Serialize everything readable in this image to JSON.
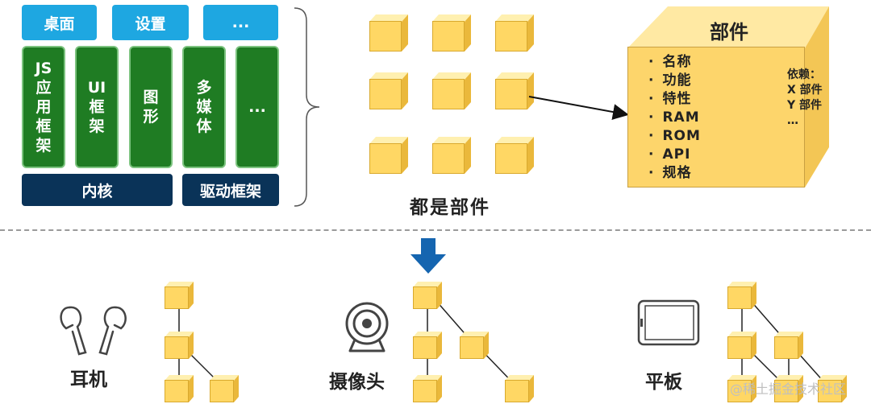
{
  "stack": {
    "top_tiles": [
      "桌面",
      "设置",
      "..."
    ],
    "columns": [
      "JS\n应\n用\n框\n架",
      "UI\n框\n架",
      "图\n形",
      "多\n媒\n体",
      "..."
    ],
    "bottom_bars": [
      "内核",
      "驱动框架"
    ]
  },
  "components_caption": "都是部件",
  "component": {
    "title": "部件",
    "properties": [
      "名称",
      "功能",
      "特性",
      "RAM",
      "ROM",
      "API",
      "规格"
    ],
    "dependencies": [
      "依赖：",
      "X 部件",
      "Y 部件",
      "…"
    ]
  },
  "devices": [
    {
      "label": "耳机",
      "icon": "earbuds-icon"
    },
    {
      "label": "摄像头",
      "icon": "webcam-icon"
    },
    {
      "label": "平板",
      "icon": "tablet-icon"
    }
  ],
  "watermark": "@稀土掘金技术社区",
  "colors": {
    "blue": "#1ea7e1",
    "green": "#1f7c23",
    "navy": "#0a3358",
    "cube": "#ffd764",
    "arrow": "#1565b0"
  }
}
